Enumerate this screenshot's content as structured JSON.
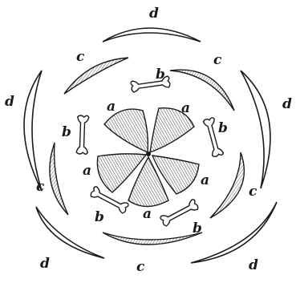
{
  "labels": {
    "sepal": "d",
    "petal": "c",
    "stamen": "b",
    "carpel": "a"
  },
  "colors": {
    "ink": "#1a1a1a",
    "paper": "#ffffff"
  }
}
